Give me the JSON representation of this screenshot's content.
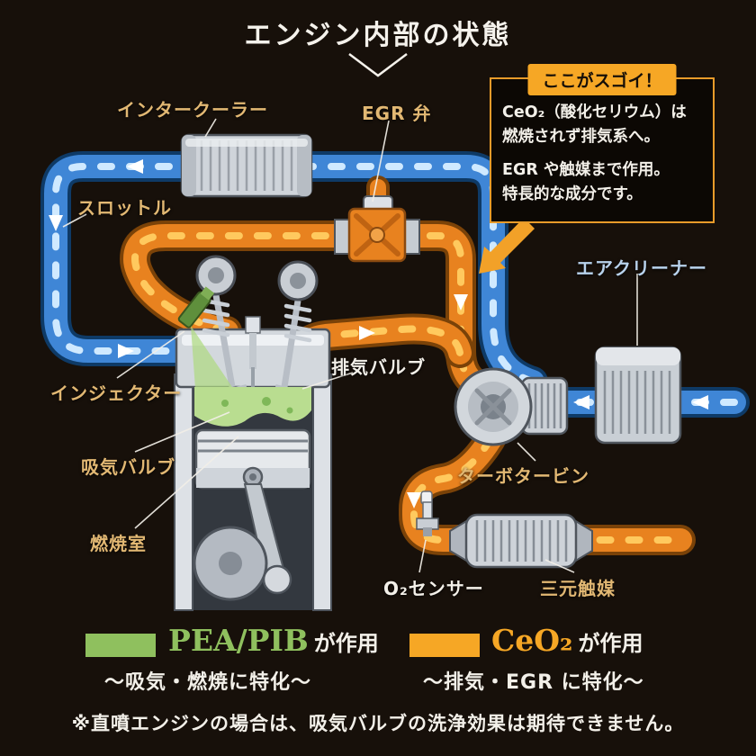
{
  "title": "エンジン内部の状態",
  "callout": {
    "tab": "ここがスゴイ！",
    "lines": [
      "CeO₂（酸化セリウム）は",
      "燃焼されず排気系へ。",
      "EGR や触媒まで作用。",
      "特長的な成分です。"
    ]
  },
  "labels": {
    "intercooler": "インタークーラー",
    "egr_valve": "EGR 弁",
    "throttle": "スロットル",
    "injector": "インジェクター",
    "exhaust_valve": "排気バルブ",
    "intake_valve": "吸気バルブ",
    "combustion_chamber": "燃焼室",
    "air_cleaner": "エアクリーナー",
    "turbo_turbine": "ターボタービン",
    "o2_sensor": "O₂センサー",
    "catalyst": "三元触媒"
  },
  "legend": {
    "pea": {
      "substance": "PEA/PIB",
      "suffix": "が作用",
      "note": "〜吸気・燃焼に特化〜",
      "color": "#8fc05e"
    },
    "ceo2": {
      "substance": "CeO₂",
      "suffix": "が作用",
      "note": "〜排気・EGR に特化〜",
      "color": "#f6a725"
    }
  },
  "footnote": "※直噴エンジンの場合は、吸気バルブの洗浄効果は期待できません。",
  "colors": {
    "background": "#17100a",
    "intake_pipe": "#3f86d6",
    "exhaust_pipe": "#e8821f",
    "label_gold": "#e2b873",
    "label_white": "#f3f0e9",
    "label_blue": "#b8d2ec",
    "green": "#8fc05e",
    "orange": "#f6a725"
  }
}
